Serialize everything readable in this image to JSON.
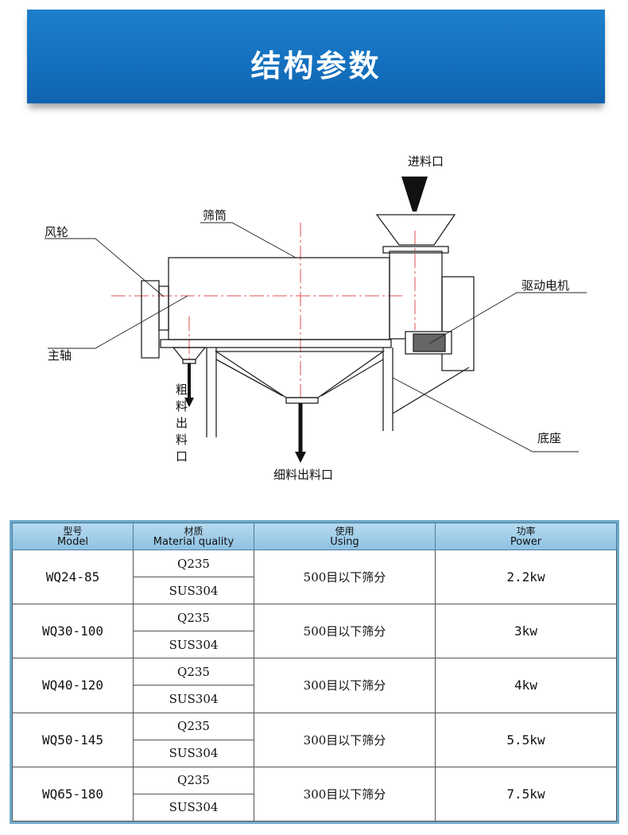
{
  "banner": {
    "title": "结构参数"
  },
  "diagram": {
    "labels": {
      "feed_inlet": "进料口",
      "screen_drum": "筛筒",
      "impeller": "风轮",
      "drive_motor": "驱动电机",
      "main_shaft": "主轴",
      "coarse_outlet_chars": [
        "粗",
        "料",
        "出",
        "料",
        "口"
      ],
      "base": "底座",
      "fine_outlet": "细料出料口"
    }
  },
  "table": {
    "headers": [
      {
        "cn": "型号",
        "en": "Model"
      },
      {
        "cn": "材质",
        "en": "Material quality"
      },
      {
        "cn": "使用",
        "en": "Using"
      },
      {
        "cn": "功率",
        "en": "Power"
      }
    ],
    "rows": [
      {
        "model": "WQ24-85",
        "materials": [
          "Q235",
          "SUS304"
        ],
        "using": "500目以下筛分",
        "power": "2.2kw"
      },
      {
        "model": "WQ30-100",
        "materials": [
          "Q235",
          "SUS304"
        ],
        "using": "500目以下筛分",
        "power": "3kw"
      },
      {
        "model": "WQ40-120",
        "materials": [
          "Q235",
          "SUS304"
        ],
        "using": "300目以下筛分",
        "power": "4kw"
      },
      {
        "model": "WQ50-145",
        "materials": [
          "Q235",
          "SUS304"
        ],
        "using": "300目以下筛分",
        "power": "5.5kw"
      },
      {
        "model": "WQ65-180",
        "materials": [
          "Q235",
          "SUS304"
        ],
        "using": "300目以下筛分",
        "power": "7.5kw"
      }
    ]
  }
}
